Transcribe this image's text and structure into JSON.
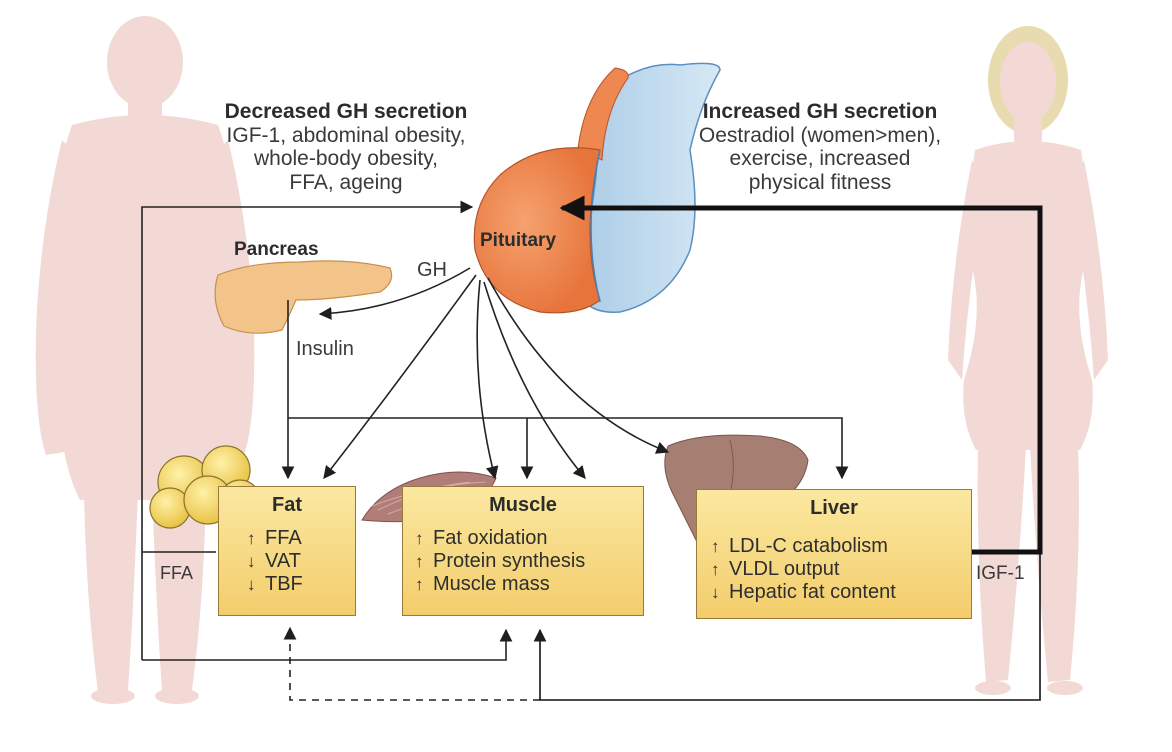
{
  "decreased": {
    "heading": "Decreased GH secretion",
    "lines": [
      "IGF-1, abdominal obesity,",
      "whole-body obesity,",
      "FFA, ageing"
    ]
  },
  "increased": {
    "heading": "Increased GH secretion",
    "lines": [
      "Oestradiol (women>men),",
      "exercise, increased",
      "physical fitness"
    ]
  },
  "labels": {
    "pituitary": "Pituitary",
    "pancreas": "Pancreas",
    "gh": "GH",
    "insulin": "Insulin",
    "ffa": "FFA",
    "igf1": "IGF-1"
  },
  "boxes": {
    "fat": {
      "title": "Fat",
      "items": [
        {
          "dir": "↑",
          "text": "FFA"
        },
        {
          "dir": "↓",
          "text": "VAT"
        },
        {
          "dir": "↓",
          "text": "TBF"
        }
      ]
    },
    "muscle": {
      "title": "Muscle",
      "items": [
        {
          "dir": "↑",
          "text": "Fat oxidation"
        },
        {
          "dir": "↑",
          "text": "Protein synthesis"
        },
        {
          "dir": "↑",
          "text": "Muscle mass"
        }
      ]
    },
    "liver": {
      "title": "Liver",
      "items": [
        {
          "dir": "↑",
          "text": "LDL-C catabolism"
        },
        {
          "dir": "↑",
          "text": "VLDL output"
        },
        {
          "dir": "↓",
          "text": "Hepatic fat content"
        }
      ]
    }
  },
  "colors": {
    "silhouette": "#f2d9d5",
    "pituitary_orange": "#ee8850",
    "pituitary_blue": "#c0dcef",
    "box_fill": "#f6d77f",
    "pancreas": "#f2c489",
    "muscle": "#b07d78",
    "liver": "#a77e72",
    "fat_cells": "#f1d565"
  }
}
